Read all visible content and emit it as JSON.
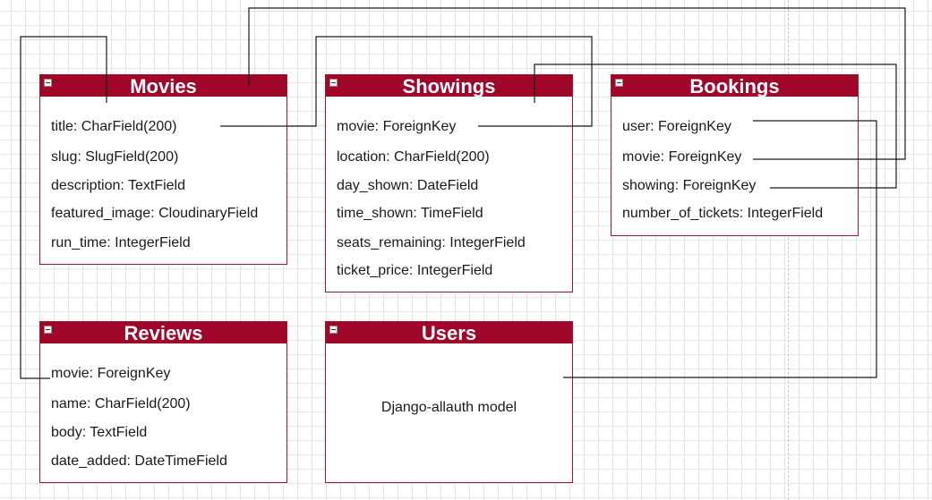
{
  "diagram": {
    "entities": {
      "movies": {
        "title": "Movies",
        "fields": [
          "title: CharField(200)",
          "slug: SlugField(200)",
          "description: TextField",
          "featured_image: CloudinaryField",
          "run_time: IntegerField"
        ]
      },
      "showings": {
        "title": "Showings",
        "fields": [
          "movie: ForeignKey",
          "location: CharField(200)",
          "day_shown: DateField",
          "time_shown: TimeField",
          "seats_remaining: IntegerField",
          "ticket_price: IntegerField"
        ]
      },
      "bookings": {
        "title": "Bookings",
        "fields": [
          "user: ForeignKey",
          "movie: ForeignKey",
          "showing: ForeignKey",
          "number_of_tickets: IntegerField"
        ]
      },
      "reviews": {
        "title": "Reviews",
        "fields": [
          "movie: ForeignKey",
          "name: CharField(200)",
          "body: TextField",
          "date_added: DateTimeField"
        ]
      },
      "users": {
        "title": "Users",
        "note": "Django-allauth model"
      }
    },
    "colors": {
      "header": "#a0052a",
      "border": "#a0172e",
      "connector": "#1a1a1a",
      "grid": "#e4e4e4"
    }
  }
}
